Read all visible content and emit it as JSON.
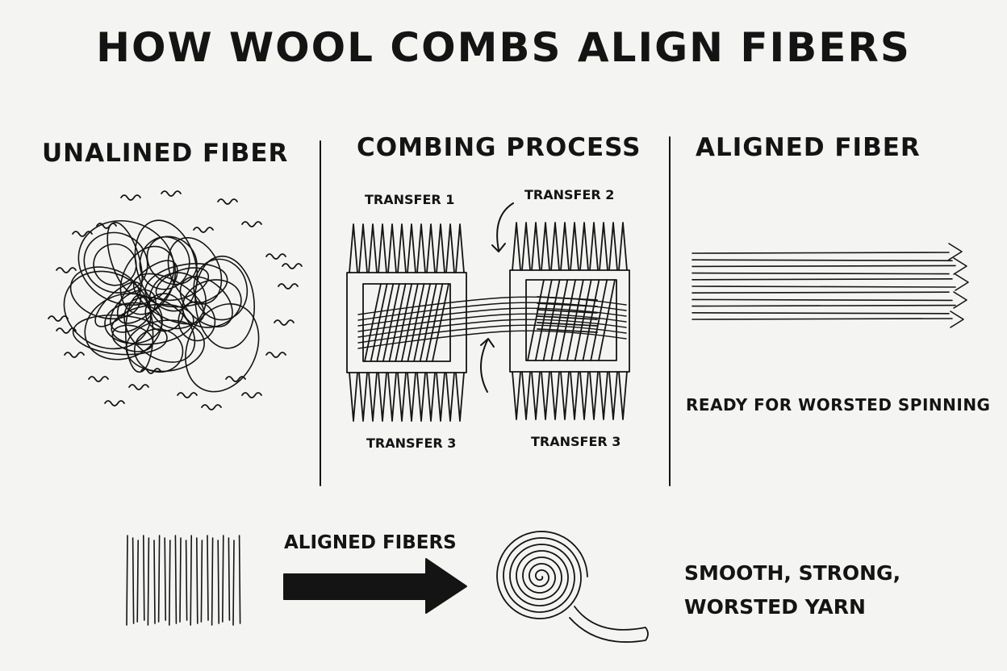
{
  "title": "HOW WOOL COMBS ALIGN FIBERS",
  "sections": {
    "unaligned": {
      "heading": "UNALINED FIBER"
    },
    "combing": {
      "heading": "COMBING PROCESS",
      "labels": [
        "TRANSFER 1",
        "TRANSFER 2",
        "TRANSFER 3",
        "TRANSFER 3"
      ]
    },
    "aligned": {
      "heading": "ALIGNED FIBER",
      "caption": "READY FOR WORSTED SPINNING"
    }
  },
  "bottom": {
    "arrow_label": "ALIGNED FIBERS",
    "result_line1": "SMOOTH, STRONG,",
    "result_line2": "WORSTED YARN"
  },
  "icons": [
    "tangled-fiber-icon",
    "wool-comb-icon",
    "curved-arrow-icon",
    "aligned-fiber-arrows-icon",
    "fiber-lines-icon",
    "right-arrow-icon",
    "yarn-spiral-icon"
  ]
}
